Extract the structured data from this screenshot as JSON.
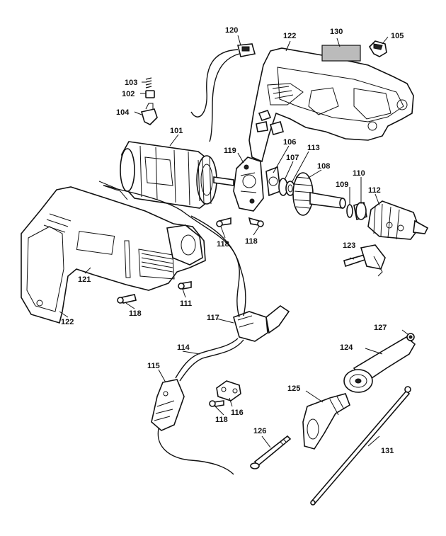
{
  "callouts": {
    "c101": "101",
    "c102": "102",
    "c103": "103",
    "c104": "104",
    "c105": "105",
    "c106": "106",
    "c107": "107",
    "c108": "108",
    "c109": "109",
    "c110": "110",
    "c111": "111",
    "c112": "112",
    "c113": "113",
    "c114": "114",
    "c115": "115",
    "c116": "116",
    "c117": "117",
    "c118a": "118",
    "c118b": "118",
    "c118c": "118",
    "c118d": "118",
    "c119": "119",
    "c120": "120",
    "c121": "121",
    "c122a": "122",
    "c122b": "122",
    "c123": "123",
    "c124": "124",
    "c125": "125",
    "c126": "126",
    "c127": "127",
    "c130": "130",
    "c131": "131"
  },
  "colors": {
    "ink": "#111111",
    "paper": "#ffffff"
  }
}
